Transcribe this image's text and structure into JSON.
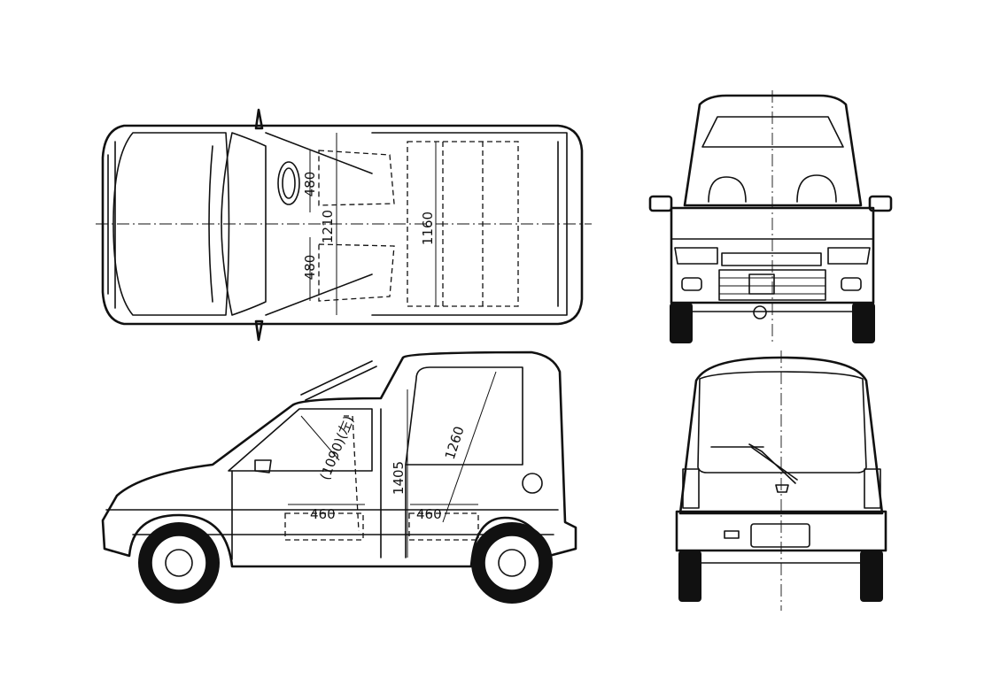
{
  "dimensions": {
    "top_seat_width_front": "480",
    "top_seat_width_rear": "480",
    "top_cabin_width": "1210",
    "top_cargo_width": "1160",
    "side_front_seat_depth": "460",
    "side_rear_seat_depth": "460",
    "side_front_height": "(1090)(左)",
    "side_door_height": "1405",
    "side_cargo_height": "1260"
  },
  "colors": {
    "line": "#111111",
    "background": "#ffffff"
  }
}
